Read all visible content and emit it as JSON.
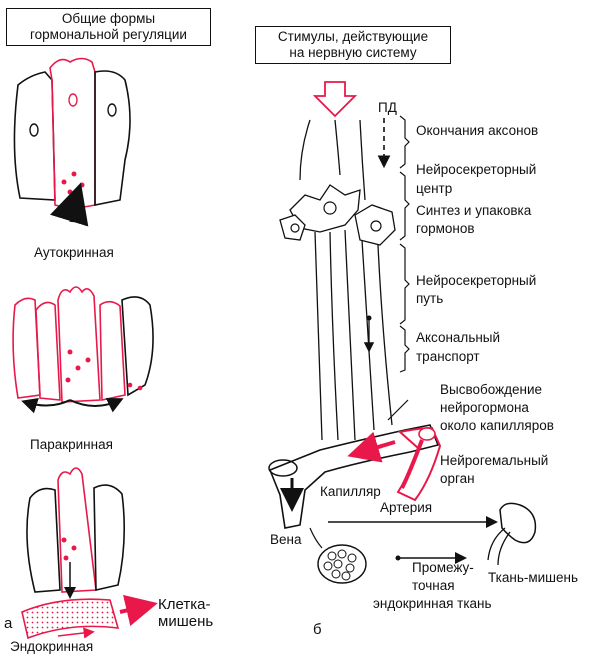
{
  "left_panel": {
    "title_line1": "Общие формы",
    "title_line2": "гормональной регуляции",
    "autocrine": "Аутокринная",
    "paracrine": "Паракринная",
    "endocrine": "Эндокринная",
    "target_cell_line1": "Клетка-",
    "target_cell_line2": "мишень",
    "panel_letter": "а"
  },
  "right_panel": {
    "title_line1": "Стимулы, действующие",
    "title_line2": "на нервную систему",
    "pd": "ПД",
    "axon_endings": "Окончания аксонов",
    "center_line1": "Нейросекреторный",
    "center_line2": "центр",
    "center_line3": "Синтез и упаковка",
    "center_line4": "гормонов",
    "path_line1": "Нейросекреторный",
    "path_line2": "путь",
    "transport_line1": "Аксональный",
    "transport_line2": "транспорт",
    "release_line1": "Высвобождение",
    "release_line2": "нейрогормона",
    "release_line3": "около капилляров",
    "organ_line1": "Нейрогемальный",
    "organ_line2": "орган",
    "capillary": "Капилляр",
    "artery": "Артерия",
    "vein": "Вена",
    "intermediate_line1": "Промежу-",
    "intermediate_line2": "точная",
    "intermediate_line3": "эндокринная ткань",
    "target_tissue": "Ткань-мишень",
    "panel_letter": "б"
  },
  "colors": {
    "accent": "#e8194a",
    "ink": "#111111"
  }
}
